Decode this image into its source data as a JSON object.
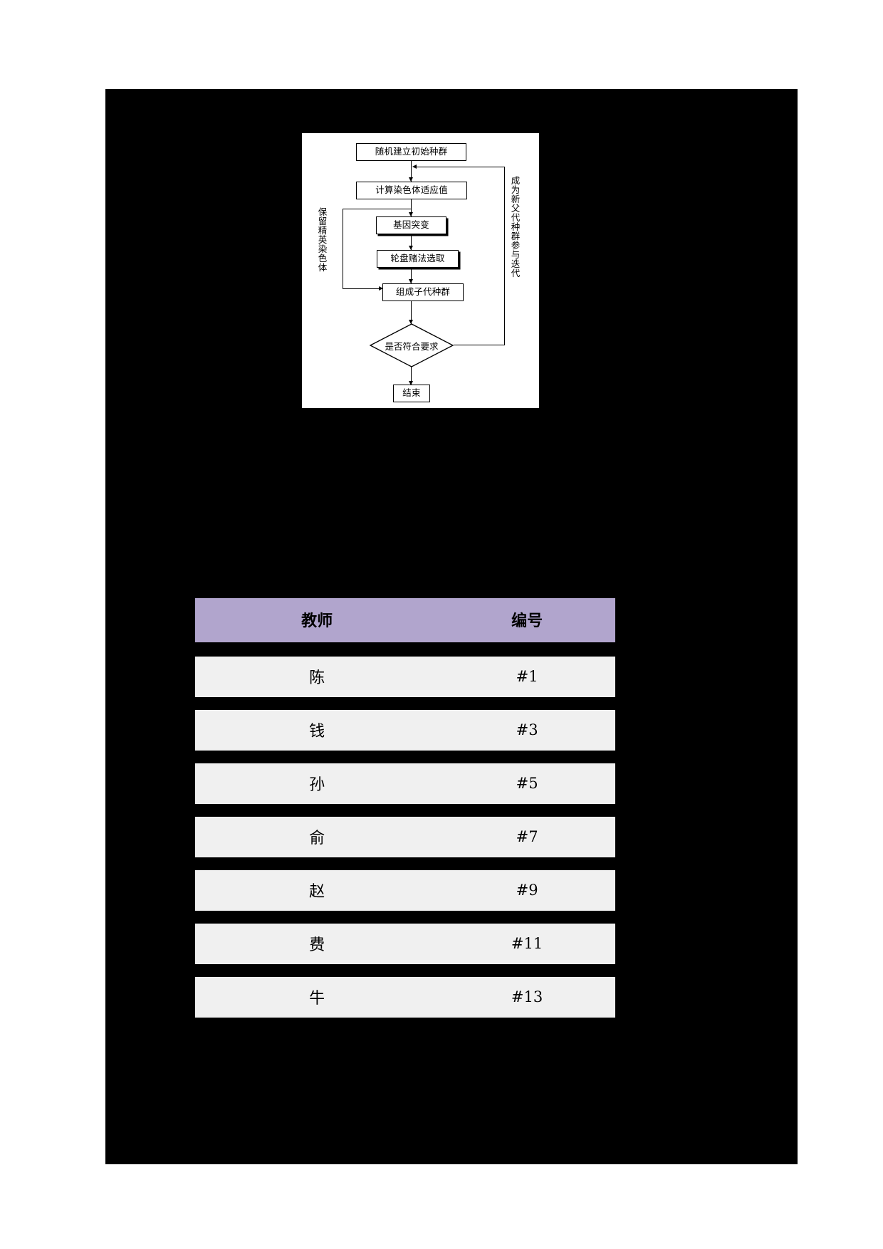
{
  "page": {
    "background_color": "#000000",
    "paper_color": "#ffffff"
  },
  "figure": {
    "name": "genetic-algorithm-flowchart",
    "background_color": "#ffffff",
    "nodes": [
      {
        "id": "init",
        "label": "随机建立初始种群",
        "shape": "process"
      },
      {
        "id": "fitness",
        "label": "计算染色体适应值",
        "shape": "process"
      },
      {
        "id": "mutation",
        "label": "基因突变",
        "shape": "process"
      },
      {
        "id": "roulette",
        "label": "轮盘赌法选取",
        "shape": "process"
      },
      {
        "id": "offspring",
        "label": "组成子代种群",
        "shape": "process"
      },
      {
        "id": "decision",
        "label": "是否符合要求",
        "shape": "decision"
      },
      {
        "id": "end",
        "label": "结束",
        "shape": "process"
      }
    ],
    "annotations": {
      "left_vertical": "保留精英染色体",
      "right_vertical": "成为新父代种群参与迭代"
    }
  },
  "table": {
    "name": "teacher-number-table",
    "header_color": "#b1a5cd",
    "row_color": "#f0f0f0",
    "columns": [
      {
        "key": "name",
        "label": "教师"
      },
      {
        "key": "id",
        "label": "编号"
      }
    ],
    "rows": [
      {
        "name": "陈",
        "id": "#1"
      },
      {
        "name": "钱",
        "id": "#3"
      },
      {
        "name": "孙",
        "id": "#5"
      },
      {
        "name": "俞",
        "id": "#7"
      },
      {
        "name": "赵",
        "id": "#9"
      },
      {
        "name": "费",
        "id": "#11"
      },
      {
        "name": "牛",
        "id": "#13"
      }
    ]
  }
}
